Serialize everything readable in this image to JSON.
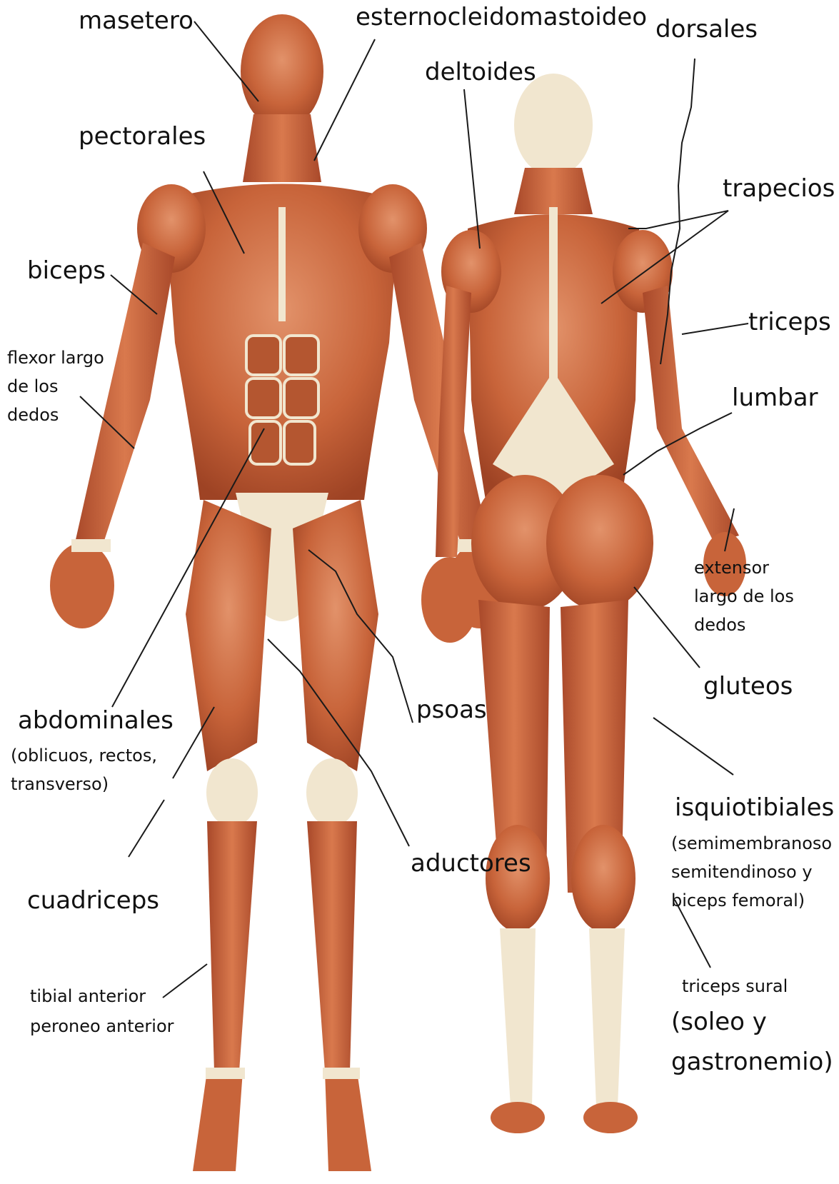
{
  "colors": {
    "muscle": "#c8643a",
    "muscle_dark": "#9e4324",
    "muscle_light": "#e2926a",
    "tendon": "#f1e6cf",
    "leader_line": "#1a1a1a",
    "text": "#111111"
  },
  "labels": {
    "masetero": "masetero",
    "esternocleidomastoideo": "esternocleidomastoideo",
    "dorsales": "dorsales",
    "deltoides": "deltoides",
    "pectorales": "pectorales",
    "trapecios": "trapecios",
    "biceps": "biceps",
    "triceps": "triceps",
    "flexor_line1": "flexor largo",
    "flexor_line2": "de los",
    "flexor_line3": "dedos",
    "lumbar": "lumbar",
    "extensor_line1": "extensor",
    "extensor_line2": "largo de los",
    "extensor_line3": "dedos",
    "gluteos": "gluteos",
    "psoas": "psoas",
    "abdominales": "abdominales",
    "abdominales_sub1": "(oblicuos, rectos,",
    "abdominales_sub2": "transverso)",
    "isquiotibiales": "isquiotibiales",
    "isquio_sub1": "(semimembranoso",
    "isquio_sub2": "semitendinoso y",
    "isquio_sub3": "biceps femoral)",
    "aductores": "aductores",
    "cuadriceps": "cuadriceps",
    "triceps_sural": "triceps sural",
    "soleo_line1": "(soleo y",
    "soleo_line2": "gastronemio)",
    "tibial_line1": "tibial anterior",
    "tibial_line2": "peroneo anterior"
  }
}
